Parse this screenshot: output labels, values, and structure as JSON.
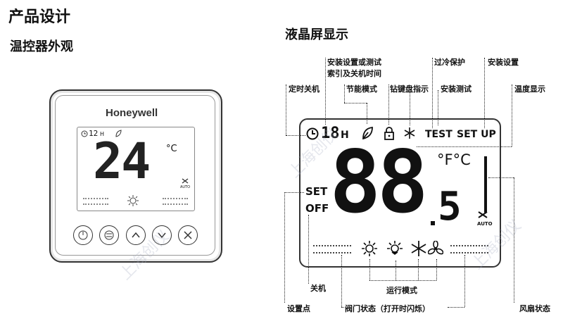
{
  "titles": {
    "main": "产品设计",
    "left_sub": "温控器外观",
    "right_sub": "液晶屏显示"
  },
  "device": {
    "brand": "Honeywell",
    "timer": "12",
    "timer_unit": "H",
    "temperature": "24",
    "temp_unit": "°C",
    "auto": "AUTO",
    "buttons": [
      "power-icon",
      "mode-icon",
      "up-icon",
      "down-icon",
      "fan-icon"
    ]
  },
  "lcd": {
    "timer": "18",
    "timer_unit": "H",
    "test": "TEST",
    "setup": "SET UP",
    "big_temp": "88",
    "decimal": "5",
    "unit": "°F°C",
    "set": "SET",
    "off": "OFF",
    "auto": "AUTO"
  },
  "annotations": {
    "install_test_index": "安装设置或测试",
    "install_test_index2": "索引及关机时间",
    "overheat": "过冷保护",
    "install_setup": "安装设置",
    "timer_off": "定时关机",
    "eco": "节能模式",
    "keylock": "钻键盘指示",
    "install_test": "安装测试",
    "temp_display": "温度显示",
    "off": "关机",
    "run_mode": "运行模式",
    "setpoint": "设置点",
    "valve": "阀门状态（打开时闪烁）",
    "fan": "风扇状态"
  },
  "watermark": "上海创仪"
}
